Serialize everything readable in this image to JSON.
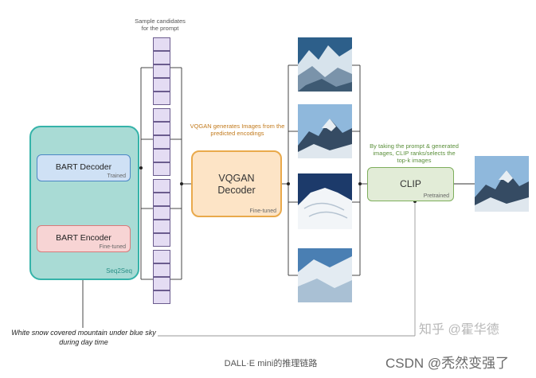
{
  "captions": {
    "sample_candidates": "Sample candidates for the prompt",
    "vqgan_generates": "VQGAN generates Images from the predicted encodings",
    "clip_ranks": "By taking the prompt & generated images, CLIP ranks/selects the top-k images"
  },
  "seq2seq": {
    "label": "Seq2Seq",
    "decoder": {
      "title": "BART Decoder",
      "status": "Trained"
    },
    "encoder": {
      "title": "BART Encoder",
      "status": "Fine-tuned"
    }
  },
  "vqgan": {
    "title_line1": "VQGAN",
    "title_line2": "Decoder",
    "status": "Fine-tuned"
  },
  "clip": {
    "title": "CLIP",
    "status": "Pretrained"
  },
  "prompt_text": "White snow covered mountain under blue sky during day time",
  "footer_caption": "DALL·E mini的推理链路",
  "watermarks": {
    "zhihu": "知乎 @霍华德",
    "csdn": "CSDN @秃然变强了"
  },
  "candidate_images": [
    "mountain-image-1",
    "mountain-image-2",
    "mountain-image-3",
    "mountain-image-4"
  ],
  "output_image": "mountain-image-selected",
  "colors": {
    "seq2seq_fill": "#a9dbd5",
    "decoder_fill": "#cfe1f5",
    "encoder_fill": "#f7d4d4",
    "vqgan_fill": "#fde4c6",
    "clip_fill": "#e2ecd7",
    "token_fill": "#e4dcf3"
  }
}
